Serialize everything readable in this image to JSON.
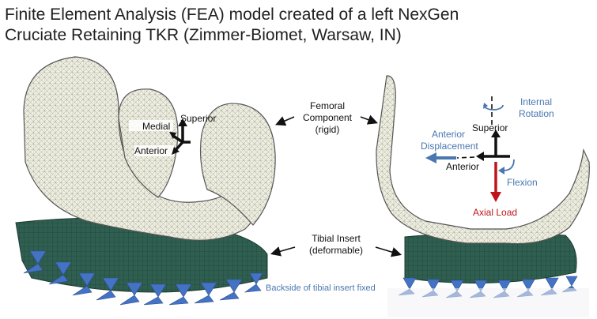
{
  "title": {
    "line1": "Finite Element Analysis (FEA) model created of a left NexGen",
    "line2": "Cruciate Retaining TKR (Zimmer-Biomet, Warsaw, IN)"
  },
  "left_axes": {
    "superior": "Superior",
    "medial": "Medial",
    "anterior": "Anterior"
  },
  "femoral": {
    "line1": "Femoral",
    "line2": "Component",
    "line3": "(rigid)"
  },
  "tibial": {
    "line1": "Tibial Insert",
    "line2": "(deformable)"
  },
  "backside": "Backside of tibial insert fixed",
  "right_axes": {
    "internal1": "Internal",
    "internal2": "Rotation",
    "anterior_disp1": "Anterior",
    "anterior_disp2": "Displacement",
    "superior": "Superior",
    "anterior": "Anterior",
    "flexion": "Flexion",
    "axial_load": "Axial Load"
  },
  "colors": {
    "implant": "#efefe0",
    "insert": "#2f5f50",
    "fixture": "#4472c4",
    "load": "#c0141b",
    "annotation": "#4a77b0"
  }
}
